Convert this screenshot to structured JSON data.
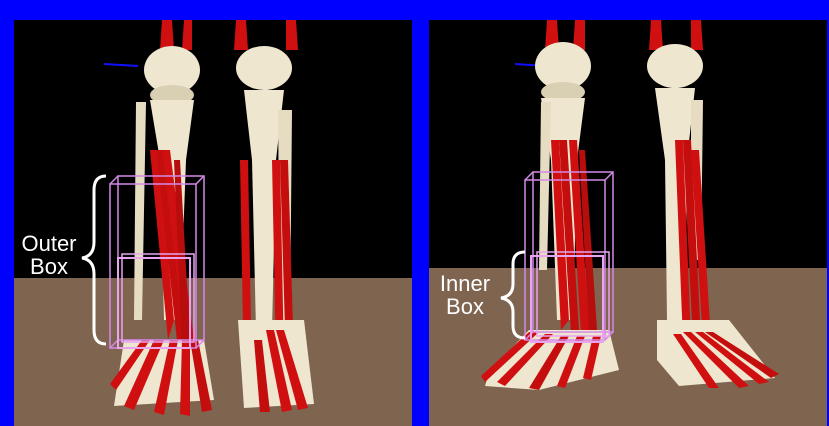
{
  "left_panel": {
    "label_line1": "Outer",
    "label_line2": "Box"
  },
  "right_panel": {
    "label_line1": "Inner",
    "label_line2": "Box"
  },
  "colors": {
    "border": "#0000ff",
    "sky": "#000000",
    "ground": "#7f6450",
    "bone": "#eee6cf",
    "muscle": "#d01010",
    "box": "#d48ae8"
  }
}
